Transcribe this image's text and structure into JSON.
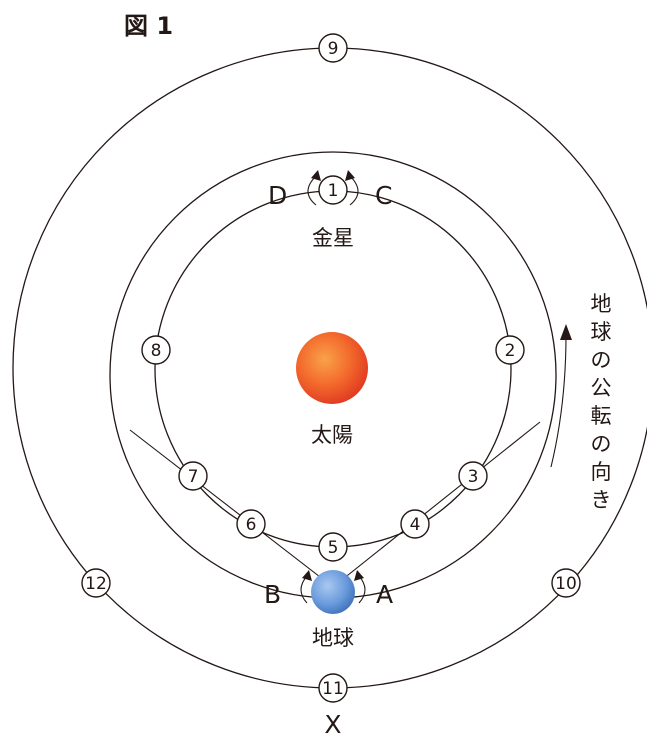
{
  "figure_label": "図 1",
  "sun": {
    "label": "太陽",
    "color": "#f1522a"
  },
  "venus": {
    "label": "金星"
  },
  "earth": {
    "label": "地球",
    "color": "#5d8fd1"
  },
  "direction_labels": {
    "a": "A",
    "b": "B",
    "c": "C",
    "d": "D"
  },
  "x_label": "X",
  "revolution_note": [
    "地",
    "球",
    "の",
    "公",
    "転",
    "の",
    "向",
    "き"
  ],
  "venus_positions": [
    "1",
    "2",
    "3",
    "4",
    "5",
    "6",
    "7",
    "8"
  ],
  "outer_positions": {
    "top": "9",
    "right": "10",
    "bottom": "11",
    "left": "12"
  }
}
